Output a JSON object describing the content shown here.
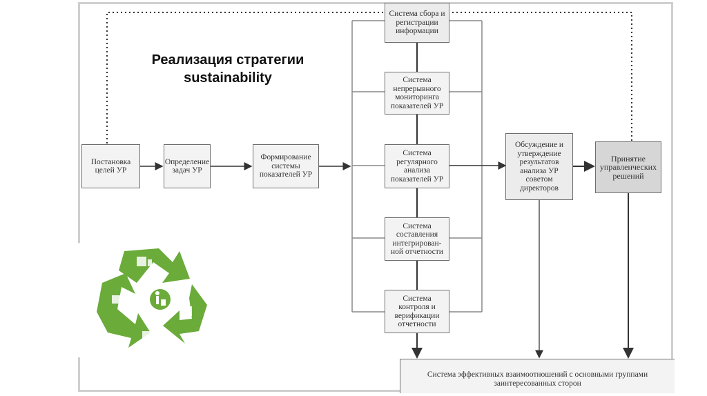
{
  "title": {
    "line1": "Реализация стратегии",
    "line2": "sustainability"
  },
  "boxes": {
    "goals": "Постановка целей УР",
    "tasks": "Определение задач УР",
    "indicators": "Формирование системы показателей УР",
    "collection": "Система сбора и регистрации информации",
    "monitoring": "Система непрерывного мониторинга показателей УР",
    "analysis": "Система регулярного анализа показателей УР",
    "reporting": "Система составления интегрирован-ной отчетности",
    "control": "Система контроля и верификации отчетности",
    "discussion": "Обсуждение и утверждение результатов анализа УР советом директоров",
    "decisions": "Принятие управленческих решений",
    "stakeholders": "Система эффективных взаимоотношений с основными группами заинтересованных сторон"
  },
  "logo": {
    "icon": "recycling-icon",
    "color": "#6aab3a"
  }
}
